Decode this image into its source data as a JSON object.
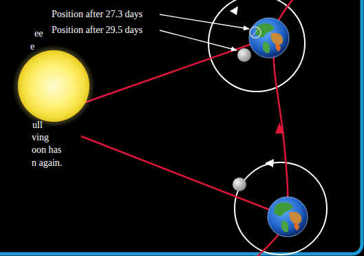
{
  "diagram": {
    "labels": [
      "Position after 27.3 days",
      "Position after 29.5 days",
      "ee",
      "e",
      "ull",
      "ving",
      "oon has",
      "n again."
    ]
  }
}
